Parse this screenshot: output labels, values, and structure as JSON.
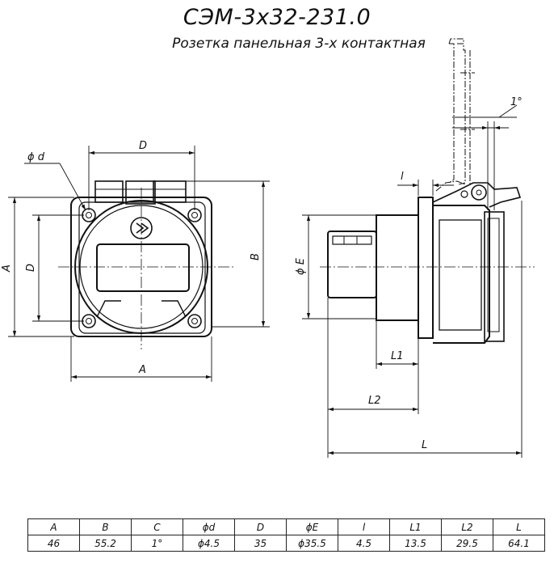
{
  "title": "СЭМ-3х32-231.0",
  "subtitle": "Розетка панельная 3-х контактная",
  "labels": {
    "phi_d": "ϕ d",
    "D_top": "D",
    "D_left": "D",
    "A_left": "A",
    "A_bottom": "A",
    "B_right": "B",
    "phi_E": "ϕ E",
    "l_small": "l",
    "angle": "1°",
    "L1": "L1",
    "L2": "L2",
    "L": "L"
  },
  "table": {
    "headers": [
      "A",
      "B",
      "C",
      "ϕd",
      "D",
      "ϕE",
      "l",
      "L1",
      "L2",
      "L"
    ],
    "values": [
      "46",
      "55.2",
      "1°",
      "ϕ4.5",
      "35",
      "ϕ35.5",
      "4.5",
      "13.5",
      "29.5",
      "64.1"
    ]
  }
}
